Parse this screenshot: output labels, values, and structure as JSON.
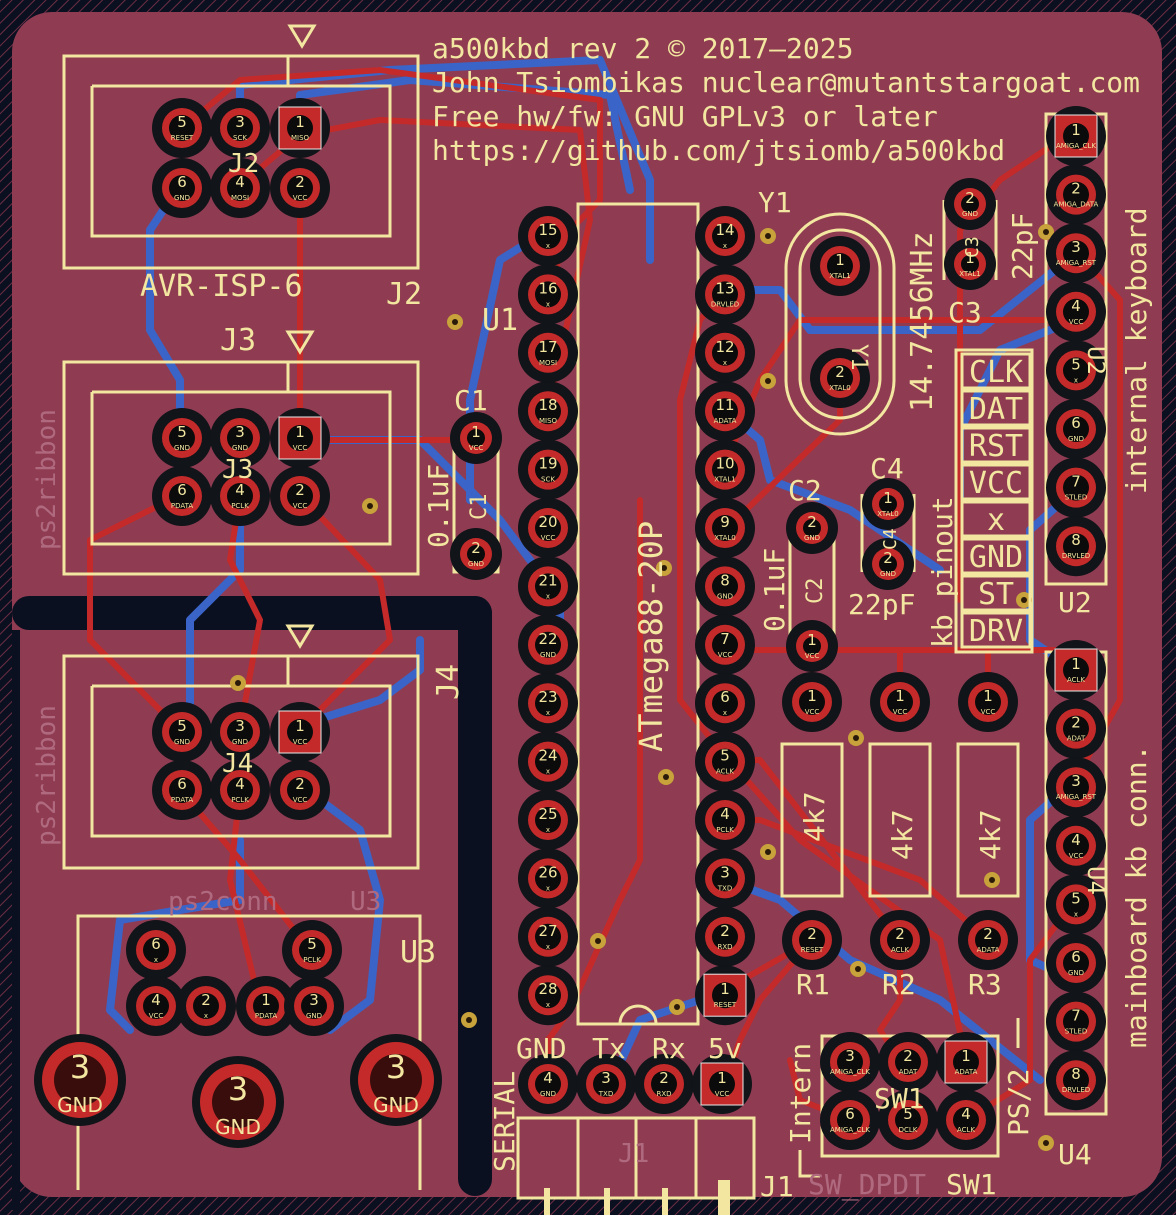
{
  "header": {
    "line1": "a500kbd rev 2  © 2017–2025",
    "line2": "John Tsiombikas nuclear@mutantstargoat.com",
    "line3": "Free hw/fw: GNU GPLv3 or later",
    "line4": "https://github.com/jtsiomb/a500kbd"
  },
  "j2": {
    "ref": "J2",
    "refb": "J2",
    "value": "AVR-ISP-6",
    "pins": [
      {
        "n": "5",
        "sig": "RESET"
      },
      {
        "n": "3",
        "sig": "SCK"
      },
      {
        "n": "1",
        "sig": "MISO"
      },
      {
        "n": "6",
        "sig": "GND"
      },
      {
        "n": "4",
        "sig": "MOSI"
      },
      {
        "n": "2",
        "sig": "VCC"
      }
    ]
  },
  "j3": {
    "ref": "J3",
    "refb": "J3",
    "bottom": "ps2ribbon",
    "pins": [
      {
        "n": "5",
        "sig": "GND"
      },
      {
        "n": "3",
        "sig": "GND"
      },
      {
        "n": "1",
        "sig": "VCC"
      },
      {
        "n": "6",
        "sig": "PDATA"
      },
      {
        "n": "4",
        "sig": "PCLK"
      },
      {
        "n": "2",
        "sig": "VCC"
      }
    ]
  },
  "j4": {
    "ref": "J4",
    "refb": "J4",
    "bottom": "ps2ribbon",
    "pins": [
      {
        "n": "5",
        "sig": "GND"
      },
      {
        "n": "3",
        "sig": "GND"
      },
      {
        "n": "1",
        "sig": "VCC"
      },
      {
        "n": "6",
        "sig": "PDATA"
      },
      {
        "n": "4",
        "sig": "PCLK"
      },
      {
        "n": "2",
        "sig": "VCC"
      }
    ]
  },
  "u3": {
    "ref": "U3",
    "refb": "U3",
    "bottom": "ps2conn",
    "pins": [
      {
        "n": "6",
        "sig": "x"
      },
      {
        "n": "5",
        "sig": "PCLK"
      },
      {
        "n": "4",
        "sig": "VCC"
      },
      {
        "n": "2",
        "sig": "x"
      },
      {
        "n": "1",
        "sig": "PDATA"
      },
      {
        "n": "3",
        "sig": "GND"
      }
    ],
    "mount": [
      {
        "n": "3",
        "sig": "GND"
      },
      {
        "n": "3",
        "sig": "GND"
      },
      {
        "n": "3",
        "sig": "GND"
      }
    ]
  },
  "u1": {
    "ref": "U1",
    "value": "ATmega88-20P",
    "left": [
      {
        "n": "15",
        "sig": "x"
      },
      {
        "n": "16",
        "sig": "x"
      },
      {
        "n": "17",
        "sig": "MOSI"
      },
      {
        "n": "18",
        "sig": "MISO"
      },
      {
        "n": "19",
        "sig": "SCK"
      },
      {
        "n": "20",
        "sig": "VCC"
      },
      {
        "n": "21",
        "sig": "x"
      },
      {
        "n": "22",
        "sig": "GND"
      },
      {
        "n": "23",
        "sig": "x"
      },
      {
        "n": "24",
        "sig": "x"
      },
      {
        "n": "25",
        "sig": "x"
      },
      {
        "n": "26",
        "sig": "x"
      },
      {
        "n": "27",
        "sig": "x"
      },
      {
        "n": "28",
        "sig": "x"
      }
    ],
    "right": [
      {
        "n": "14",
        "sig": "x"
      },
      {
        "n": "13",
        "sig": "DRVLED"
      },
      {
        "n": "12",
        "sig": "x"
      },
      {
        "n": "11",
        "sig": "ADATA"
      },
      {
        "n": "10",
        "sig": "XTAL1"
      },
      {
        "n": "9",
        "sig": "XTAL0"
      },
      {
        "n": "8",
        "sig": "GND"
      },
      {
        "n": "7",
        "sig": "VCC"
      },
      {
        "n": "6",
        "sig": "x"
      },
      {
        "n": "5",
        "sig": "ACLK"
      },
      {
        "n": "4",
        "sig": "PCLK"
      },
      {
        "n": "3",
        "sig": "TXD"
      },
      {
        "n": "2",
        "sig": "RXD"
      },
      {
        "n": "1",
        "sig": "RESET"
      }
    ]
  },
  "y1": {
    "ref": "Y1",
    "freq": "14.7456MHz",
    "body": "Y1",
    "pins": [
      {
        "n": "1",
        "sig": "XTAL1"
      },
      {
        "n": "2",
        "sig": "XTAL0"
      }
    ]
  },
  "c1": {
    "ref": "C1",
    "value": "0.1uF",
    "body": "C1",
    "pins": [
      {
        "n": "1",
        "sig": "VCC"
      },
      {
        "n": "2",
        "sig": "GND"
      }
    ]
  },
  "c2": {
    "ref": "C2",
    "value": "0.1uF",
    "body": "C2",
    "pins": [
      {
        "n": "2",
        "sig": "GND"
      },
      {
        "n": "1",
        "sig": "VCC"
      }
    ]
  },
  "c3": {
    "ref": "C3",
    "value": "22pF",
    "body": "C3",
    "pins": [
      {
        "n": "2",
        "sig": "GND"
      },
      {
        "n": "1",
        "sig": "XTAL1"
      }
    ]
  },
  "c4": {
    "ref": "C4",
    "value": "22pF",
    "body": "C4",
    "pins": [
      {
        "n": "1",
        "sig": "XTAL0"
      },
      {
        "n": "2",
        "sig": "GND"
      }
    ]
  },
  "resistors": [
    {
      "ref": "R1",
      "value": "4k7",
      "pins": [
        {
          "n": "1",
          "sig": "VCC"
        },
        {
          "n": "2",
          "sig": "RESET"
        }
      ]
    },
    {
      "ref": "R2",
      "value": "4k7",
      "pins": [
        {
          "n": "1",
          "sig": "VCC"
        },
        {
          "n": "2",
          "sig": "ACLK"
        }
      ]
    },
    {
      "ref": "R3",
      "value": "4k7",
      "pins": [
        {
          "n": "1",
          "sig": "VCC"
        },
        {
          "n": "2",
          "sig": "ADATA"
        }
      ]
    }
  ],
  "kbpinout": {
    "title": "kb pinout",
    "rows": [
      "CLK",
      "DAT",
      "RST",
      "VCC",
      "x",
      "GND",
      "ST",
      "DRV"
    ]
  },
  "u2": {
    "ref": "U2",
    "refb": "U2",
    "label": "internal keyboard",
    "pins": [
      {
        "n": "1",
        "sig": "AMIGA_CLK"
      },
      {
        "n": "2",
        "sig": "AMIGA_DATA"
      },
      {
        "n": "3",
        "sig": "AMIGA_RST"
      },
      {
        "n": "4",
        "sig": "VCC"
      },
      {
        "n": "5",
        "sig": "x"
      },
      {
        "n": "6",
        "sig": "GND"
      },
      {
        "n": "7",
        "sig": "STLED"
      },
      {
        "n": "8",
        "sig": "DRVLED"
      }
    ]
  },
  "u4": {
    "ref": "U4",
    "refb": "U4",
    "label": "mainboard kb conn.",
    "pins": [
      {
        "n": "1",
        "sig": "ACLK"
      },
      {
        "n": "2",
        "sig": "ADAT"
      },
      {
        "n": "3",
        "sig": "AMIGA_RST"
      },
      {
        "n": "4",
        "sig": "VCC"
      },
      {
        "n": "5",
        "sig": "x"
      },
      {
        "n": "6",
        "sig": "GND"
      },
      {
        "n": "7",
        "sig": "STLED"
      },
      {
        "n": "8",
        "sig": "DRVLED"
      }
    ]
  },
  "j1": {
    "ref": "J1",
    "refb": "J1",
    "side": "SERIAL",
    "labels": [
      "GND",
      "Tx",
      "Rx",
      "5v"
    ],
    "pins": [
      {
        "n": "4",
        "sig": "GND"
      },
      {
        "n": "3",
        "sig": "TXD"
      },
      {
        "n": "2",
        "sig": "RXD"
      },
      {
        "n": "1",
        "sig": "VCC"
      }
    ]
  },
  "sw1": {
    "ref": "SW1",
    "refb": "SW1",
    "value": "SW_DPDT",
    "left": "Intern",
    "right": "PS/2",
    "pins": [
      {
        "n": "3",
        "sig": "AMIGA_CLK"
      },
      {
        "n": "2",
        "sig": "ADAT"
      },
      {
        "n": "1",
        "sig": "ADATA"
      },
      {
        "n": "6",
        "sig": "AMIGA_CLK"
      },
      {
        "n": "5",
        "sig": "DCLK"
      },
      {
        "n": "4",
        "sig": "ACLK"
      }
    ]
  },
  "colors": {
    "board": "#8f3c52",
    "copper_front": "#c42a2a",
    "copper_back": "#3a64c8",
    "silk": "#f2e6a0",
    "pad": "#1a1a1a",
    "slot": "#0a1020"
  }
}
